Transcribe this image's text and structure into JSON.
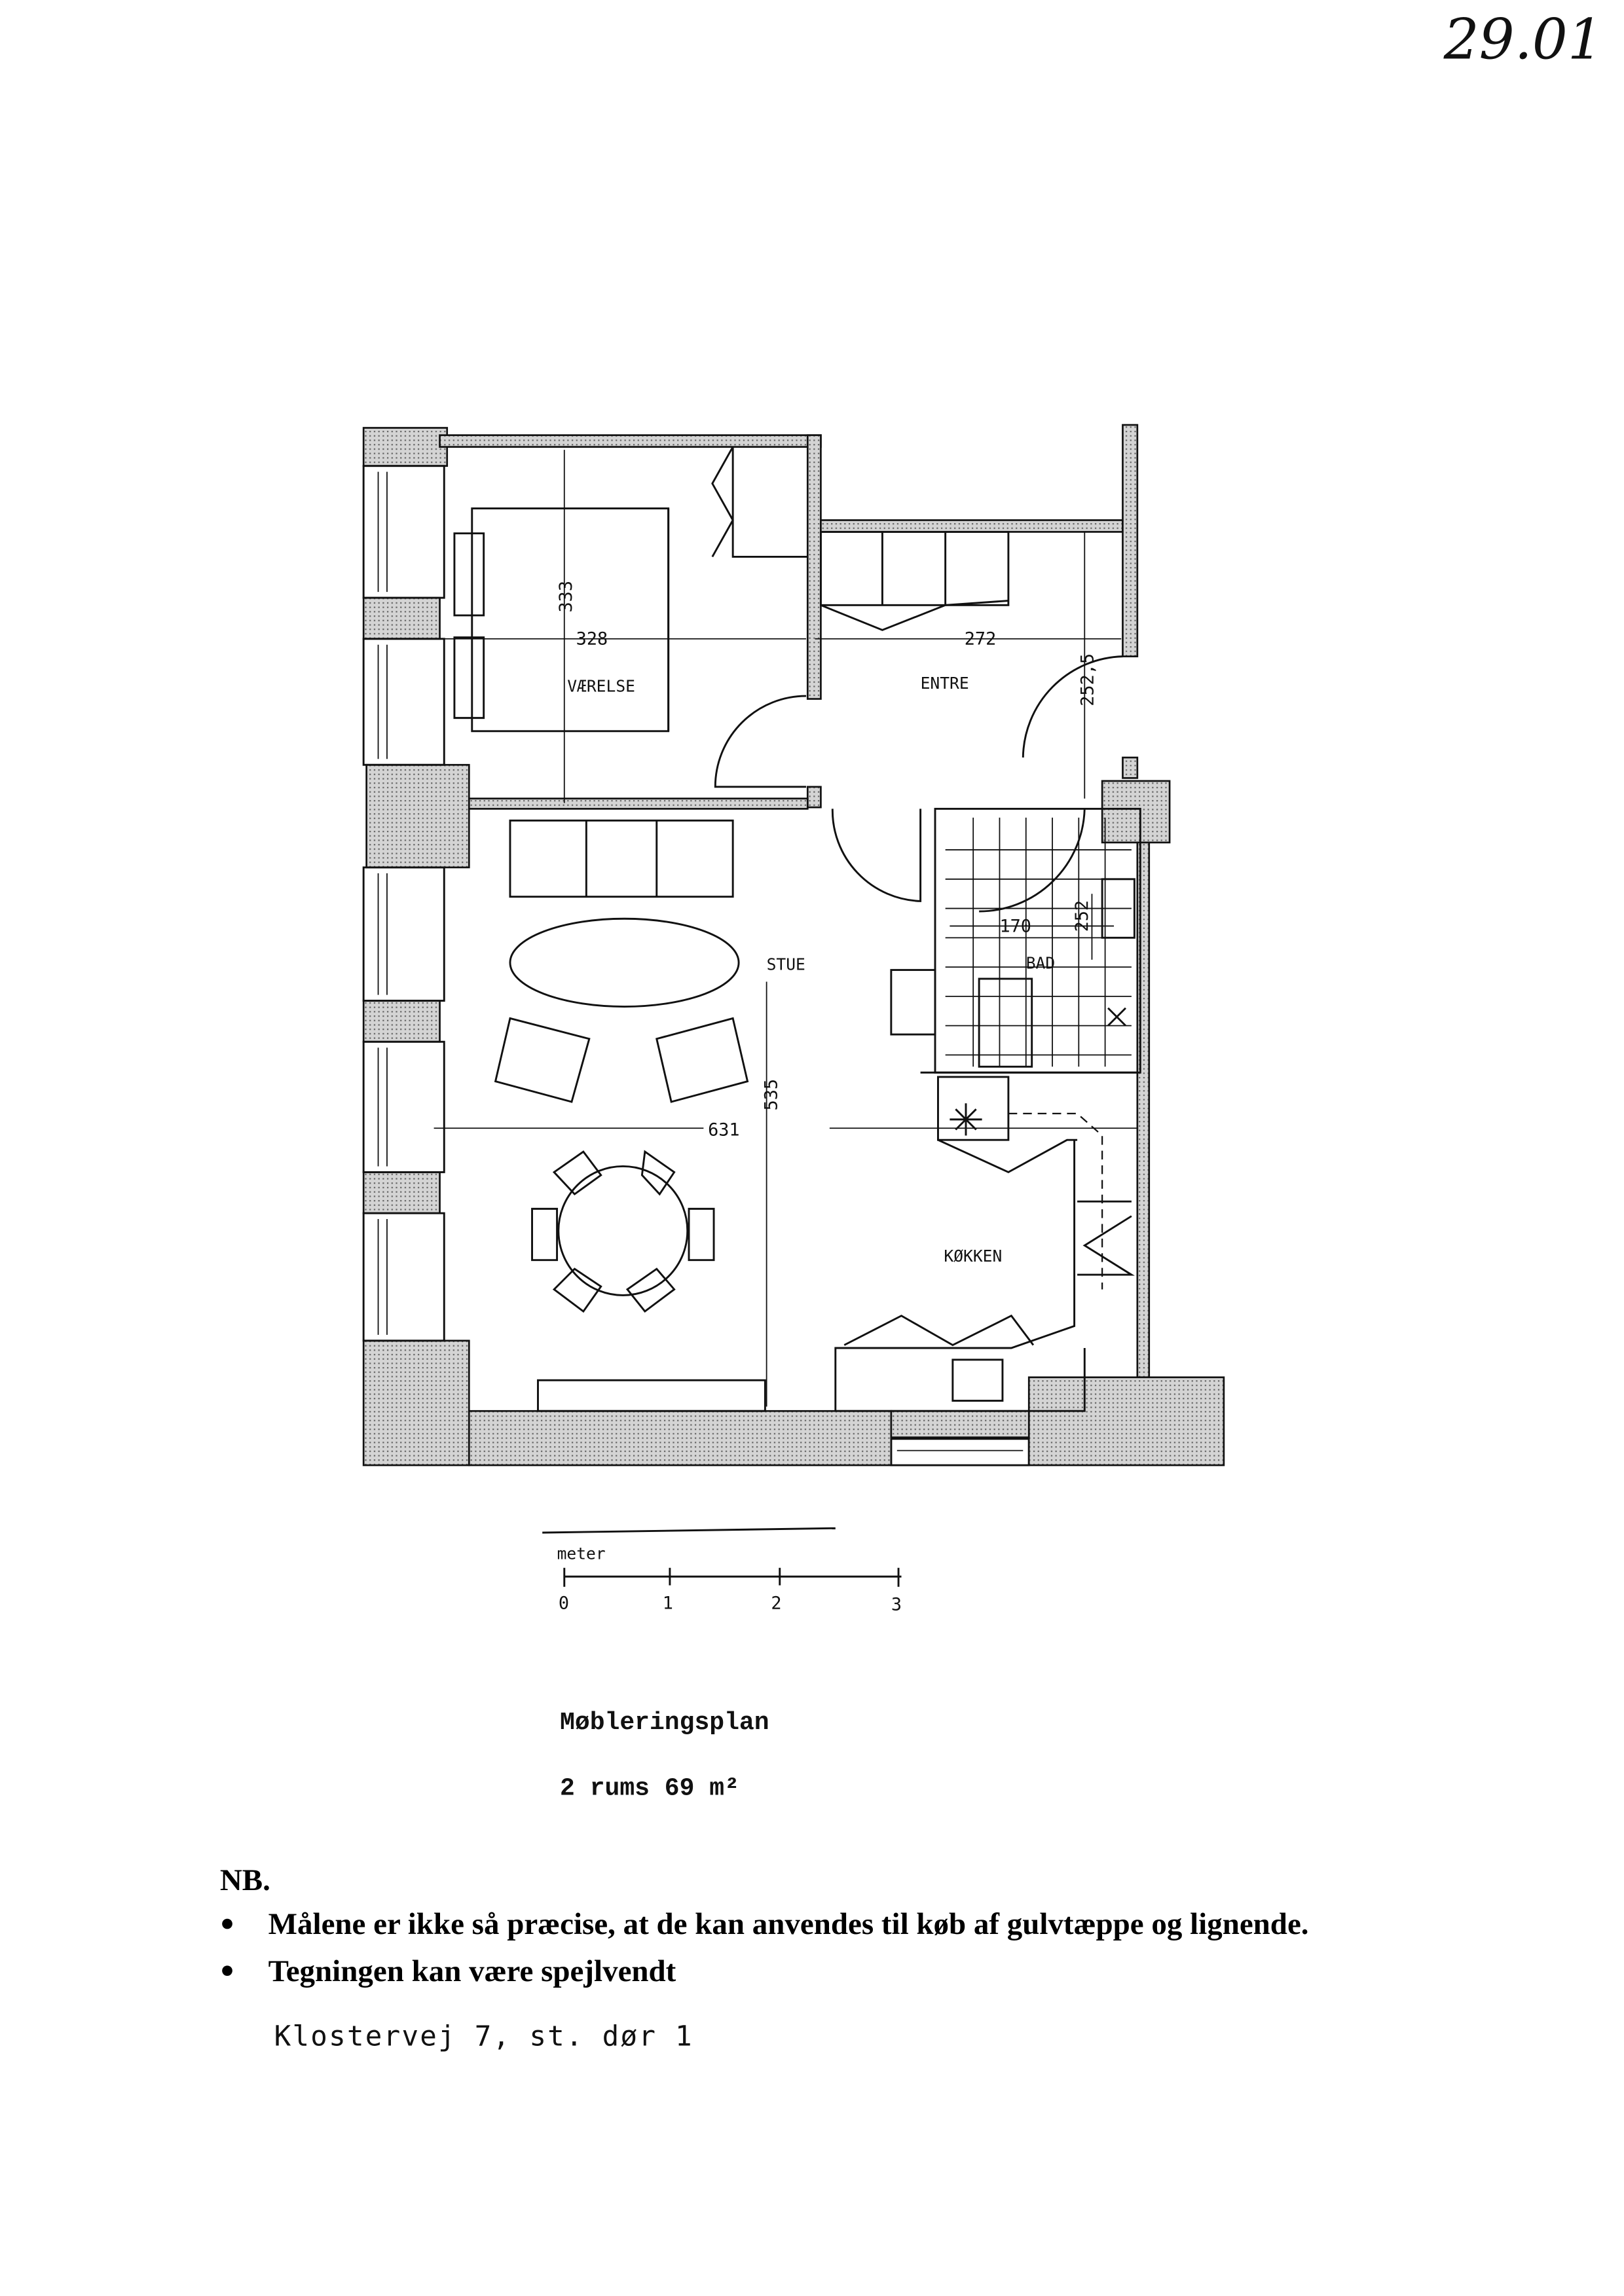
{
  "page_number": "29.01",
  "floorplan": {
    "rooms": {
      "bedroom": "VÆRELSE",
      "entrance": "ENTRE",
      "living": "STUE",
      "bath": "BAD",
      "kitchen": "KØKKEN"
    },
    "dimensions": {
      "bedroom_depth": "333",
      "bedroom_width": "328",
      "entrance_width": "272",
      "entrance_depth": "252,5",
      "living_depth": "535",
      "living_width": "631",
      "bath_width": "170",
      "bath_depth": "252"
    }
  },
  "scale_bar": {
    "unit": "meter",
    "ticks": [
      "0",
      "1",
      "2",
      "3"
    ]
  },
  "plan_title": "Møbleringsplan",
  "plan_subtitle": "2 rums 69 m²",
  "notes": {
    "heading": "NB.",
    "items": [
      "Målene er ikke så præcise, at de kan anvendes til køb af gulvtæppe og lignende.",
      "Tegningen kan være spejlvendt"
    ]
  },
  "address": "Klostervej 7, st. dør 1"
}
